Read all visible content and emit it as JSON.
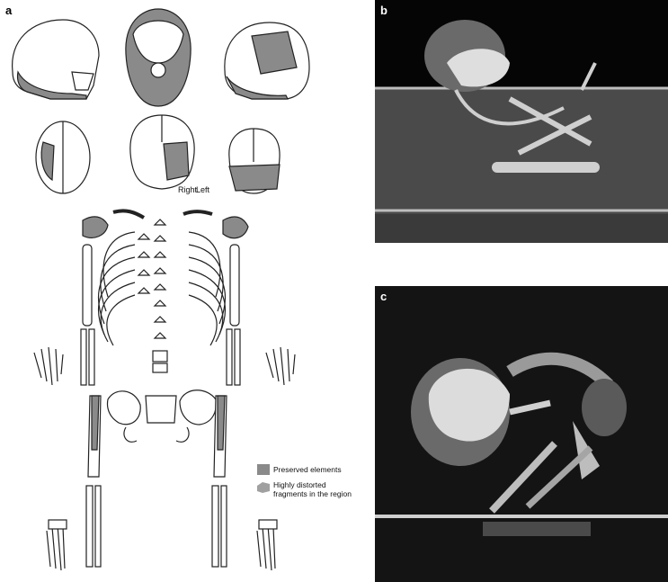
{
  "panels": {
    "a": {
      "label": "a",
      "side_labels": {
        "right": "Right",
        "left": "Left"
      },
      "legend": [
        {
          "text": "Preserved elements",
          "color": "#8a8a8a"
        },
        {
          "text_line1": "Highly distorted",
          "text_line2": "fragments in the region",
          "color": "#a0a0a0"
        }
      ]
    },
    "b": {
      "label": "b"
    },
    "c": {
      "label": "c"
    }
  },
  "colors": {
    "preserved": "#8a8a8a",
    "outline": "#222222",
    "ct_background": "#0a0a0a",
    "ct_sediment": "#4a4a4a",
    "ct_bone": "#cfcfcf"
  }
}
